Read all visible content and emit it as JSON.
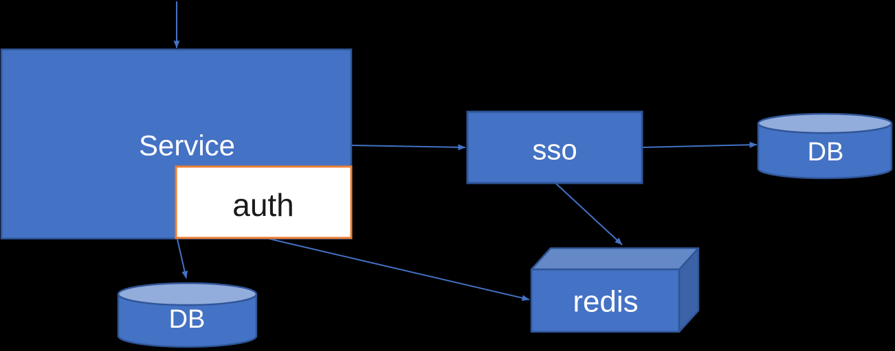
{
  "diagram": {
    "type": "architecture-flow",
    "nodes": {
      "service": {
        "label": "Service",
        "shape": "rectangle"
      },
      "auth": {
        "label": "auth",
        "shape": "rectangle-highlight"
      },
      "sso": {
        "label": "sso",
        "shape": "rectangle"
      },
      "redis": {
        "label": "redis",
        "shape": "cube"
      },
      "db_right": {
        "label": "DB",
        "shape": "cylinder"
      },
      "db_bottom": {
        "label": "DB",
        "shape": "cylinder"
      }
    },
    "edges": [
      {
        "name": "external-to-service",
        "from": "external",
        "to": "service"
      },
      {
        "name": "service-to-sso",
        "from": "service",
        "to": "sso"
      },
      {
        "name": "sso-to-db",
        "from": "sso",
        "to": "db_right"
      },
      {
        "name": "sso-to-redis",
        "from": "sso",
        "to": "redis"
      },
      {
        "name": "auth-to-redis",
        "from": "auth",
        "to": "redis"
      },
      {
        "name": "service-to-db",
        "from": "service",
        "to": "db_bottom"
      }
    ],
    "colors": {
      "background": "#000000",
      "shape_fill": "#4472c4",
      "shape_border": "#2f5597",
      "cylinder_top": "#92acdc",
      "cube_top": "#6588c6",
      "cube_side": "#3c62a8",
      "auth_fill": "#ffffff",
      "auth_border": "#ed7d31",
      "auth_text": "#1a1a1a",
      "label_text": "#ffffff",
      "arrow": "#4472c4"
    }
  }
}
